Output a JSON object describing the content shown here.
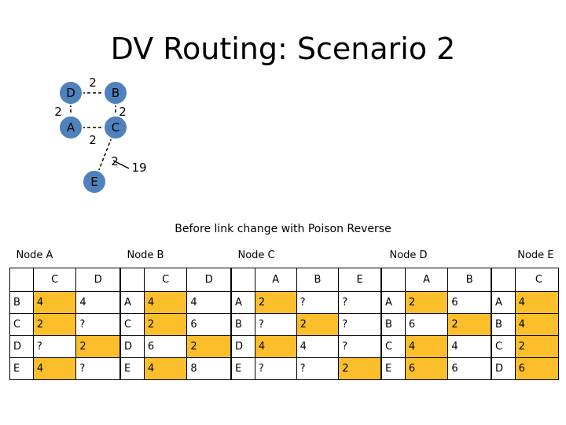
{
  "title": "DV Routing: Scenario 2",
  "subtitle": "Before link change with Poison Reverse",
  "colors": {
    "node_fill": "#4f81bd",
    "node_stroke": "#ffffff",
    "highlight": "#fbbf2c"
  },
  "graph": {
    "nodes": [
      "D",
      "B",
      "A",
      "C",
      "E"
    ],
    "edges": [
      {
        "from": "D",
        "to": "B",
        "cost": "2"
      },
      {
        "from": "D",
        "to": "A",
        "cost": "2"
      },
      {
        "from": "B",
        "to": "C",
        "cost": "2"
      },
      {
        "from": "A",
        "to": "C",
        "cost": "2"
      },
      {
        "from": "C",
        "to": "E",
        "cost": "2",
        "changed_cost": "19"
      }
    ]
  },
  "tables": [
    {
      "caption": "Node A",
      "columns": [
        "C",
        "D"
      ],
      "rows": [
        {
          "dest": "B",
          "cells": [
            "4",
            "4"
          ],
          "hl": [
            true,
            false
          ]
        },
        {
          "dest": "C",
          "cells": [
            "2",
            "?"
          ],
          "hl": [
            true,
            false
          ]
        },
        {
          "dest": "D",
          "cells": [
            "?",
            "2"
          ],
          "hl": [
            false,
            true
          ]
        },
        {
          "dest": "E",
          "cells": [
            "4",
            "?"
          ],
          "hl": [
            true,
            false
          ]
        }
      ]
    },
    {
      "caption": "Node B",
      "columns": [
        "C",
        "D"
      ],
      "rows": [
        {
          "dest": "A",
          "cells": [
            "4",
            "4"
          ],
          "hl": [
            true,
            false
          ]
        },
        {
          "dest": "C",
          "cells": [
            "2",
            "6"
          ],
          "hl": [
            true,
            false
          ]
        },
        {
          "dest": "D",
          "cells": [
            "6",
            "2"
          ],
          "hl": [
            false,
            true
          ]
        },
        {
          "dest": "E",
          "cells": [
            "4",
            "8"
          ],
          "hl": [
            true,
            false
          ]
        }
      ]
    },
    {
      "caption": "Node C",
      "columns": [
        "A",
        "B",
        "E"
      ],
      "rows": [
        {
          "dest": "A",
          "cells": [
            "2",
            "?",
            "?"
          ],
          "hl": [
            true,
            false,
            false
          ]
        },
        {
          "dest": "B",
          "cells": [
            "?",
            "2",
            "?"
          ],
          "hl": [
            false,
            true,
            false
          ]
        },
        {
          "dest": "D",
          "cells": [
            "4",
            "4",
            "?"
          ],
          "hl": [
            true,
            false,
            false
          ]
        },
        {
          "dest": "E",
          "cells": [
            "?",
            "?",
            "2"
          ],
          "hl": [
            false,
            false,
            true
          ]
        }
      ]
    },
    {
      "caption": "Node D",
      "columns": [
        "A",
        "B"
      ],
      "rows": [
        {
          "dest": "A",
          "cells": [
            "2",
            "6"
          ],
          "hl": [
            true,
            false
          ]
        },
        {
          "dest": "B",
          "cells": [
            "6",
            "2"
          ],
          "hl": [
            false,
            true
          ]
        },
        {
          "dest": "C",
          "cells": [
            "4",
            "4"
          ],
          "hl": [
            true,
            false
          ]
        },
        {
          "dest": "E",
          "cells": [
            "6",
            "6"
          ],
          "hl": [
            true,
            false
          ]
        }
      ]
    },
    {
      "caption": "Node E",
      "columns": [
        "C"
      ],
      "rows": [
        {
          "dest": "A",
          "cells": [
            "4"
          ],
          "hl": [
            true
          ]
        },
        {
          "dest": "B",
          "cells": [
            "4"
          ],
          "hl": [
            true
          ]
        },
        {
          "dest": "C",
          "cells": [
            "2"
          ],
          "hl": [
            true
          ]
        },
        {
          "dest": "D",
          "cells": [
            "6"
          ],
          "hl": [
            true
          ]
        }
      ]
    }
  ]
}
